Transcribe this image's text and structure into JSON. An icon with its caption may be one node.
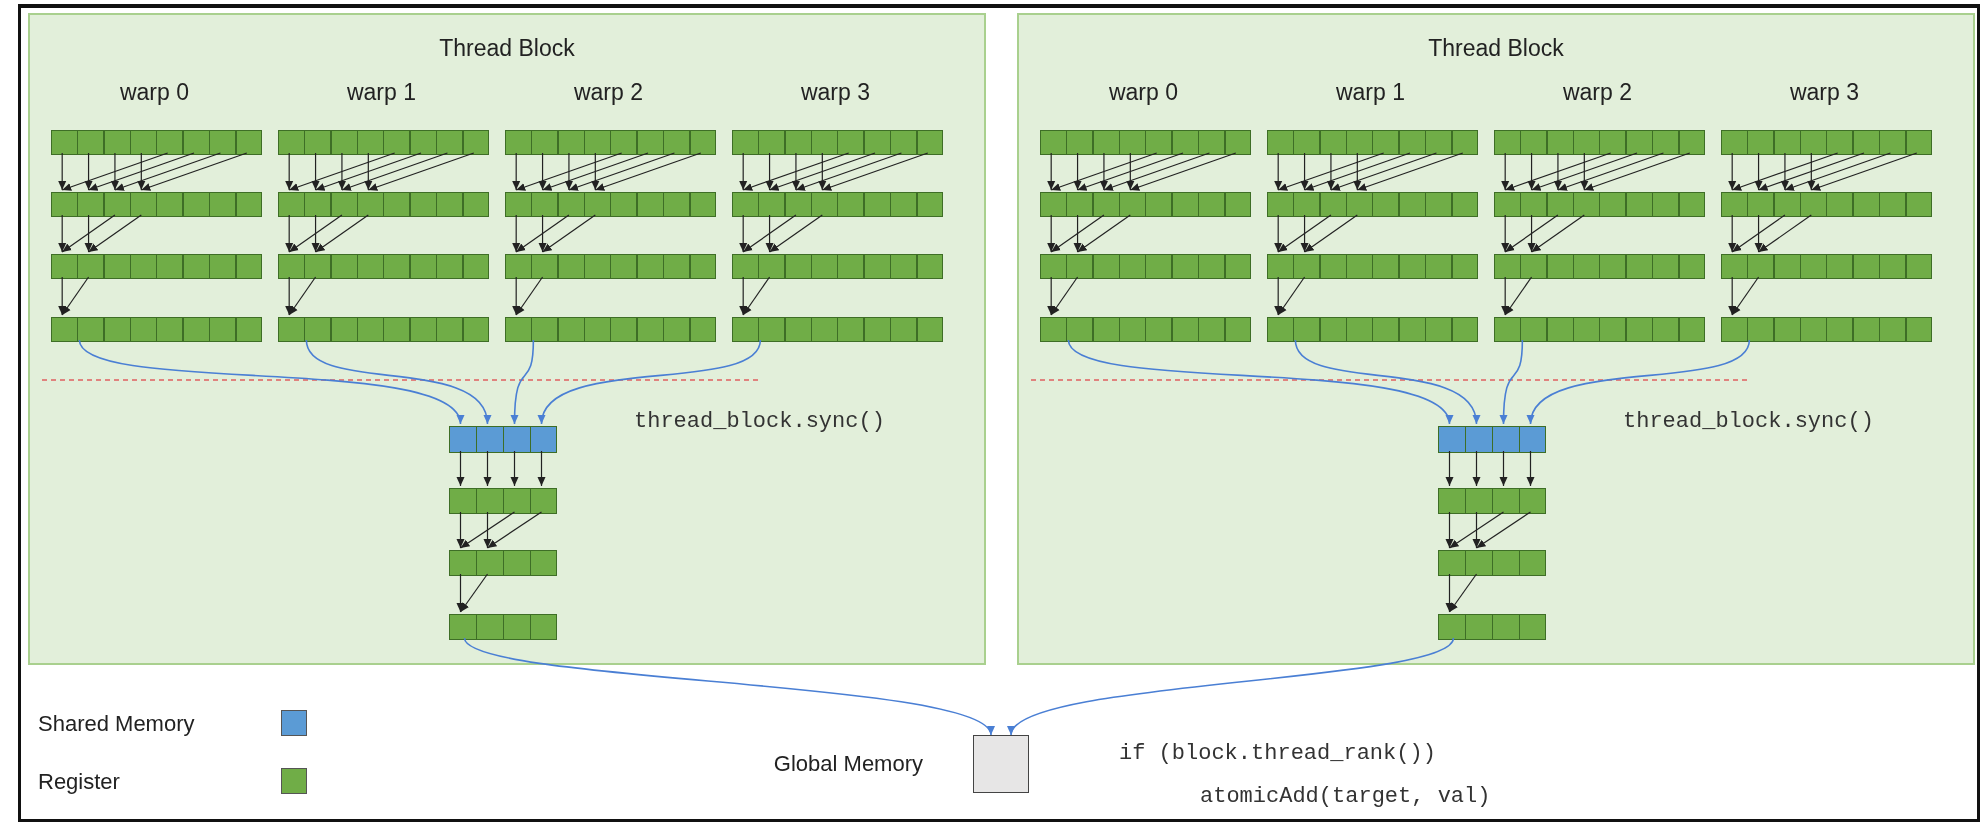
{
  "diagram": {
    "nodes": [
      {
        "text": [
          "Thread Block"
        ]
      },
      {
        "text": [],
        "shape": "bar",
        "in": 0
      },
      {
        "text": [],
        "shape": "bar",
        "in": 0
      },
      {
        "text": [],
        "shape": "bar",
        "in": 0
      },
      {
        "text": [],
        "shape": "bar",
        "in": 0
      },
      {
        "text": [],
        "shape": "bar",
        "in": 0
      },
      {
        "text": [],
        "shape": "bar",
        "in": 0
      },
      {
        "text": [],
        "shape": "bar",
        "in": 0
      },
      {
        "text": [],
        "shape": "bar",
        "in": 0
      },
      {
        "text": [],
        "shape": "bar",
        "in": 0
      },
      {
        "text": [],
        "shape": "bar",
        "in": 0
      },
      {
        "text": [],
        "shape": "bar",
        "in": 0
      },
      {
        "text": [],
        "shape": "bar",
        "in": 0
      },
      {
        "text": [],
        "shape": "bar",
        "in": 0
      },
      {
        "text": [],
        "shape": "bar",
        "in": 0
      },
      {
        "text": [],
        "shape": "bar",
        "in": 0
      },
      {
        "text": [],
        "shape": "bar",
        "in": 0
      },
      {
        "text": [],
        "shape": "bar",
        "in": 0
      },
      {
        "text": [],
        "shape": "bar",
        "in": 0
      },
      {
        "text": [],
        "shape": "bar",
        "in": 0
      },
      {
        "text": [],
        "shape": "bar",
        "in": 0
      },
      {
        "text": [
          "Thread Block"
        ]
      },
      {
        "text": [],
        "shape": "bar",
        "in": 21
      },
      {
        "text": [],
        "shape": "bar",
        "in": 21
      },
      {
        "text": [],
        "shape": "bar",
        "in": 21
      },
      {
        "text": [],
        "shape": "bar",
        "in": 21
      },
      {
        "text": [],
        "shape": "bar",
        "in": 21
      },
      {
        "text": [],
        "shape": "bar",
        "in": 21
      },
      {
        "text": [],
        "shape": "bar",
        "in": 21
      },
      {
        "text": [],
        "shape": "bar",
        "in": 21
      },
      {
        "text": [],
        "shape": "bar",
        "in": 21
      },
      {
        "text": [],
        "shape": "bar",
        "in": 21
      },
      {
        "text": [],
        "shape": "bar",
        "in": 21
      },
      {
        "text": [],
        "shape": "bar",
        "in": 21
      },
      {
        "text": [],
        "shape": "bar",
        "in": 21
      },
      {
        "text": [],
        "shape": "bar",
        "in": 21
      },
      {
        "text": [],
        "shape": "bar",
        "in": 21
      },
      {
        "text": [],
        "shape": "bar",
        "in": 21
      },
      {
        "text": [],
        "shape": "bar",
        "in": 21
      },
      {
        "text": [],
        "shape": "bar",
        "in": 21
      },
      {
        "text": [],
        "shape": "bar",
        "in": 21
      },
      {
        "text": [],
        "shape": "bar",
        "in": 21
      },
      {
        "text": [],
        "shape": "box",
        "beside": [
          "Global Memory"
        ]
      }
    ],
    "edges": [
      {
        "from": 1,
        "to": 2,
        "arrow": "to"
      },
      {
        "from": 1,
        "to": 2,
        "arrow": "to"
      },
      {
        "from": 1,
        "to": 2,
        "arrow": "to"
      },
      {
        "from": 1,
        "to": 2,
        "arrow": "to"
      },
      {
        "from": 1,
        "to": 2,
        "arrow": "to"
      },
      {
        "from": 1,
        "to": 2,
        "arrow": "to"
      },
      {
        "from": 1,
        "to": 2,
        "arrow": "to"
      },
      {
        "from": 1,
        "to": 2,
        "arrow": "to"
      },
      {
        "from": 2,
        "to": 3,
        "arrow": "to"
      },
      {
        "from": 2,
        "to": 3,
        "arrow": "to"
      },
      {
        "from": 2,
        "to": 3,
        "arrow": "to"
      },
      {
        "from": 2,
        "to": 3,
        "arrow": "to"
      },
      {
        "from": 3,
        "to": 4,
        "arrow": "to"
      },
      {
        "from": 3,
        "to": 4,
        "arrow": "to"
      },
      {
        "from": 5,
        "to": 6,
        "arrow": "to"
      },
      {
        "from": 5,
        "to": 6,
        "arrow": "to"
      },
      {
        "from": 5,
        "to": 6,
        "arrow": "to"
      },
      {
        "from": 5,
        "to": 6,
        "arrow": "to"
      },
      {
        "from": 5,
        "to": 6,
        "arrow": "to"
      },
      {
        "from": 5,
        "to": 6,
        "arrow": "to"
      },
      {
        "from": 5,
        "to": 6,
        "arrow": "to"
      },
      {
        "from": 5,
        "to": 6,
        "arrow": "to"
      },
      {
        "from": 6,
        "to": 7,
        "arrow": "to"
      },
      {
        "from": 6,
        "to": 7,
        "arrow": "to"
      },
      {
        "from": 6,
        "to": 7,
        "arrow": "to"
      },
      {
        "from": 6,
        "to": 7,
        "arrow": "to"
      },
      {
        "from": 7,
        "to": 8,
        "arrow": "to"
      },
      {
        "from": 7,
        "to": 8,
        "arrow": "to"
      },
      {
        "from": 9,
        "to": 10,
        "arrow": "to"
      },
      {
        "from": 9,
        "to": 10,
        "arrow": "to"
      },
      {
        "from": 9,
        "to": 10,
        "arrow": "to"
      },
      {
        "from": 9,
        "to": 10,
        "arrow": "to"
      },
      {
        "from": 9,
        "to": 10,
        "arrow": "to"
      },
      {
        "from": 9,
        "to": 10,
        "arrow": "to"
      },
      {
        "from": 9,
        "to": 10,
        "arrow": "to"
      },
      {
        "from": 9,
        "to": 10,
        "arrow": "to"
      },
      {
        "from": 10,
        "to": 11,
        "arrow": "to"
      },
      {
        "from": 10,
        "to": 11,
        "arrow": "to"
      },
      {
        "from": 10,
        "to": 11,
        "arrow": "to"
      },
      {
        "from": 10,
        "to": 11,
        "arrow": "to"
      },
      {
        "from": 11,
        "to": 12,
        "arrow": "to"
      },
      {
        "from": 11,
        "to": 12,
        "arrow": "to"
      },
      {
        "from": 13,
        "to": 14,
        "arrow": "to"
      },
      {
        "from": 13,
        "to": 14,
        "arrow": "to"
      },
      {
        "from": 13,
        "to": 14,
        "arrow": "to"
      },
      {
        "from": 13,
        "to": 14,
        "arrow": "to"
      },
      {
        "from": 13,
        "to": 14,
        "arrow": "to"
      },
      {
        "from": 13,
        "to": 14,
        "arrow": "to"
      },
      {
        "from": 13,
        "to": 14,
        "arrow": "to"
      },
      {
        "from": 13,
        "to": 14,
        "arrow": "to"
      },
      {
        "from": 14,
        "to": 15,
        "arrow": "to"
      },
      {
        "from": 14,
        "to": 15,
        "arrow": "to"
      },
      {
        "from": 14,
        "to": 15,
        "arrow": "to"
      },
      {
        "from": 14,
        "to": 15,
        "arrow": "to"
      },
      {
        "from": 15,
        "to": 16,
        "arrow": "to"
      },
      {
        "from": 15,
        "to": 16,
        "arrow": "to"
      },
      {
        "from": 4,
        "to": 17,
        "arrow": "to",
        "color": "#4a7fd4"
      },
      {
        "from": 8,
        "to": 17,
        "arrow": "to",
        "color": "#4a7fd4"
      },
      {
        "from": 12,
        "to": 17,
        "arrow": "to",
        "color": "#4a7fd4"
      },
      {
        "from": 16,
        "to": 17,
        "arrow": "to",
        "color": "#4a7fd4"
      },
      {
        "from": 17,
        "to": 18,
        "arrow": "to"
      },
      {
        "from": 17,
        "to": 18,
        "arrow": "to"
      },
      {
        "from": 17,
        "to": 18,
        "arrow": "to"
      },
      {
        "from": 17,
        "to": 18,
        "arrow": "to"
      },
      {
        "from": 18,
        "to": 19,
        "arrow": "to"
      },
      {
        "from": 18,
        "to": 19,
        "arrow": "to"
      },
      {
        "from": 18,
        "to": 19,
        "arrow": "to"
      },
      {
        "from": 18,
        "to": 19,
        "arrow": "to"
      },
      {
        "from": 19,
        "to": 20,
        "arrow": "to"
      },
      {
        "from": 19,
        "to": 20,
        "arrow": "to"
      },
      {
        "from": 22,
        "to": 23,
        "arrow": "to"
      },
      {
        "from": 22,
        "to": 23,
        "arrow": "to"
      },
      {
        "from": 22,
        "to": 23,
        "arrow": "to"
      },
      {
        "from": 22,
        "to": 23,
        "arrow": "to"
      },
      {
        "from": 22,
        "to": 23,
        "arrow": "to"
      },
      {
        "from": 22,
        "to": 23,
        "arrow": "to"
      },
      {
        "from": 22,
        "to": 23,
        "arrow": "to"
      },
      {
        "from": 22,
        "to": 23,
        "arrow": "to"
      },
      {
        "from": 23,
        "to": 24,
        "arrow": "to"
      },
      {
        "from": 23,
        "to": 24,
        "arrow": "to"
      },
      {
        "from": 23,
        "to": 24,
        "arrow": "to"
      },
      {
        "from": 23,
        "to": 24,
        "arrow": "to"
      },
      {
        "from": 24,
        "to": 25,
        "arrow": "to"
      },
      {
        "from": 24,
        "to": 25,
        "arrow": "to"
      },
      {
        "from": 26,
        "to": 27,
        "arrow": "to"
      },
      {
        "from": 26,
        "to": 27,
        "arrow": "to"
      },
      {
        "from": 26,
        "to": 27,
        "arrow": "to"
      },
      {
        "from": 26,
        "to": 27,
        "arrow": "to"
      },
      {
        "from": 26,
        "to": 27,
        "arrow": "to"
      },
      {
        "from": 26,
        "to": 27,
        "arrow": "to"
      },
      {
        "from": 26,
        "to": 27,
        "arrow": "to"
      },
      {
        "from": 26,
        "to": 27,
        "arrow": "to"
      },
      {
        "from": 27,
        "to": 28,
        "arrow": "to"
      },
      {
        "from": 27,
        "to": 28,
        "arrow": "to"
      },
      {
        "from": 27,
        "to": 28,
        "arrow": "to"
      },
      {
        "from": 27,
        "to": 28,
        "arrow": "to"
      },
      {
        "from": 28,
        "to": 29,
        "arrow": "to"
      },
      {
        "from": 28,
        "to": 29,
        "arrow": "to"
      },
      {
        "from": 30,
        "to": 31,
        "arrow": "to"
      },
      {
        "from": 30,
        "to": 31,
        "arrow": "to"
      },
      {
        "from": 30,
        "to": 31,
        "arrow": "to"
      },
      {
        "from": 30,
        "to": 31,
        "arrow": "to"
      },
      {
        "from": 30,
        "to": 31,
        "arrow": "to"
      },
      {
        "from": 30,
        "to": 31,
        "arrow": "to"
      },
      {
        "from": 30,
        "to": 31,
        "arrow": "to"
      },
      {
        "from": 30,
        "to": 31,
        "arrow": "to"
      },
      {
        "from": 31,
        "to": 32,
        "arrow": "to"
      },
      {
        "from": 31,
        "to": 32,
        "arrow": "to"
      },
      {
        "from": 31,
        "to": 32,
        "arrow": "to"
      },
      {
        "from": 31,
        "to": 32,
        "arrow": "to"
      },
      {
        "from": 32,
        "to": 33,
        "arrow": "to"
      },
      {
        "from": 32,
        "to": 33,
        "arrow": "to"
      },
      {
        "from": 34,
        "to": 35,
        "arrow": "to"
      },
      {
        "from": 34,
        "to": 35,
        "arrow": "to"
      },
      {
        "from": 34,
        "to": 35,
        "arrow": "to"
      },
      {
        "from": 34,
        "to": 35,
        "arrow": "to"
      },
      {
        "from": 34,
        "to": 35,
        "arrow": "to"
      },
      {
        "from": 34,
        "to": 35,
        "arrow": "to"
      },
      {
        "from": 34,
        "to": 35,
        "arrow": "to"
      },
      {
        "from": 34,
        "to": 35,
        "arrow": "to"
      },
      {
        "from": 35,
        "to": 36,
        "arrow": "to"
      },
      {
        "from": 35,
        "to": 36,
        "arrow": "to"
      },
      {
        "from": 35,
        "to": 36,
        "arrow": "to"
      },
      {
        "from": 35,
        "to": 36,
        "arrow": "to"
      },
      {
        "from": 36,
        "to": 37,
        "arrow": "to"
      },
      {
        "from": 36,
        "to": 37,
        "arrow": "to"
      },
      {
        "from": 25,
        "to": 38,
        "arrow": "to",
        "color": "#4a7fd4"
      },
      {
        "from": 29,
        "to": 38,
        "arrow": "to",
        "color": "#4a7fd4"
      },
      {
        "from": 33,
        "to": 38,
        "arrow": "to",
        "color": "#4a7fd4"
      },
      {
        "from": 37,
        "to": 38,
        "arrow": "to",
        "color": "#4a7fd4"
      },
      {
        "from": 38,
        "to": 39,
        "arrow": "to"
      },
      {
        "from": 38,
        "to": 39,
        "arrow": "to"
      },
      {
        "from": 38,
        "to": 39,
        "arrow": "to"
      },
      {
        "from": 38,
        "to": 39,
        "arrow": "to"
      },
      {
        "from": 39,
        "to": 40,
        "arrow": "to"
      },
      {
        "from": 39,
        "to": 40,
        "arrow": "to"
      },
      {
        "from": 39,
        "to": 40,
        "arrow": "to"
      },
      {
        "from": 39,
        "to": 40,
        "arrow": "to"
      },
      {
        "from": 40,
        "to": 41,
        "arrow": "to"
      },
      {
        "from": 40,
        "to": 41,
        "arrow": "to"
      },
      {
        "from": 20,
        "to": 42,
        "arrow": "to",
        "color": "#4a7fd4"
      },
      {
        "from": 41,
        "to": 42,
        "arrow": "to",
        "color": "#4a7fd4"
      }
    ],
    "labels": [
      "warp 0",
      "warp 1",
      "warp 2",
      "warp 3",
      "thread_block.sync()",
      "warp 0",
      "warp 1",
      "warp 2",
      "warp 3",
      "thread_block.sync()",
      "if (block.thread_rank())",
      "atomicAdd(target, val)"
    ],
    "legend": [
      {
        "text": "Shared Memory",
        "color": "#5b9bd5"
      },
      {
        "text": "Register",
        "color": "#70ad47"
      }
    ]
  }
}
